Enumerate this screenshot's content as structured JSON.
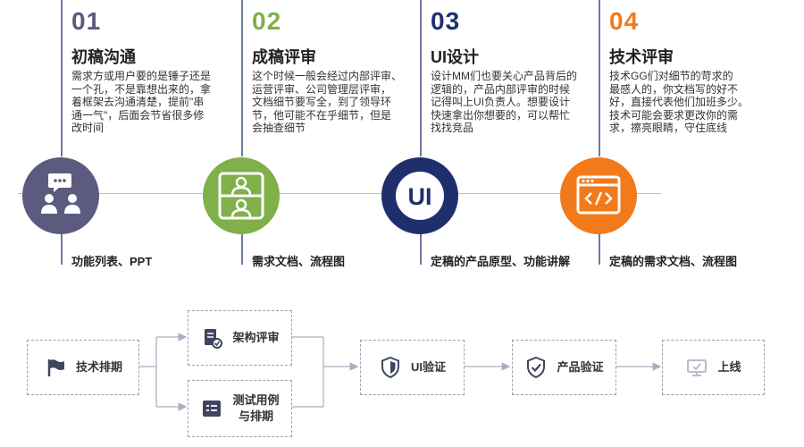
{
  "steps": [
    {
      "num": "01",
      "title": "初稿沟通",
      "desc": "需求方或用户要的是锤子还是\n一个孔，不是靠想出来的，拿\n着框架去沟通清楚，提前\"串\n通一气\"，后面会节省很多修\n改时间",
      "bottom": "功能列表、PPT",
      "color": "#5c5a7e",
      "num_color": "#5c5a7e",
      "icon": "meeting-icon"
    },
    {
      "num": "02",
      "title": "成稿评审",
      "desc": "这个时候一般会经过内部评审、\n运营评审、公司管理层评审，\n文档细节要写全，到了领导环\n节，他可能不在乎细节，但是\n会抽查细节",
      "bottom": "需求文档、流程图",
      "color": "#7fb04a",
      "num_color": "#7fb04a",
      "icon": "video-call-icon"
    },
    {
      "num": "03",
      "title": "UI设计",
      "desc": "设计MM们也要关心产品背后的\n逻辑的，产品内部评审的时候\n记得叫上UI负责人。想要设计\n快速拿出你想要的，可以帮忙\n找找竞品",
      "bottom": "定稿的产品原型、功能讲解",
      "color": "#1f2f6e",
      "num_color": "#1f2f6e",
      "icon": "ui-icon",
      "icon_text": "UI"
    },
    {
      "num": "04",
      "title": "技术评审",
      "desc": "技术GG们对细节的苛求的\n最感人的，你文档写的好不\n好，直接代表他们加班多少。\n技术可能会要求更改你的需\n求，擦亮眼睛，守住底线",
      "bottom": "定稿的需求文档、流程图",
      "color": "#f27a1a",
      "num_color": "#f27a1a",
      "icon": "code-icon"
    }
  ],
  "flow": {
    "tech_schedule": "技术排期",
    "arch_review": "架构评审",
    "test_cases": "测试用例\n与排期",
    "ui_verify": "UI验证",
    "product_verify": "产品验证",
    "launch": "上线"
  },
  "colors": {
    "line": "#6e7ba0",
    "arrow": "#a9aec0",
    "icon_dark": "#3f4560"
  }
}
